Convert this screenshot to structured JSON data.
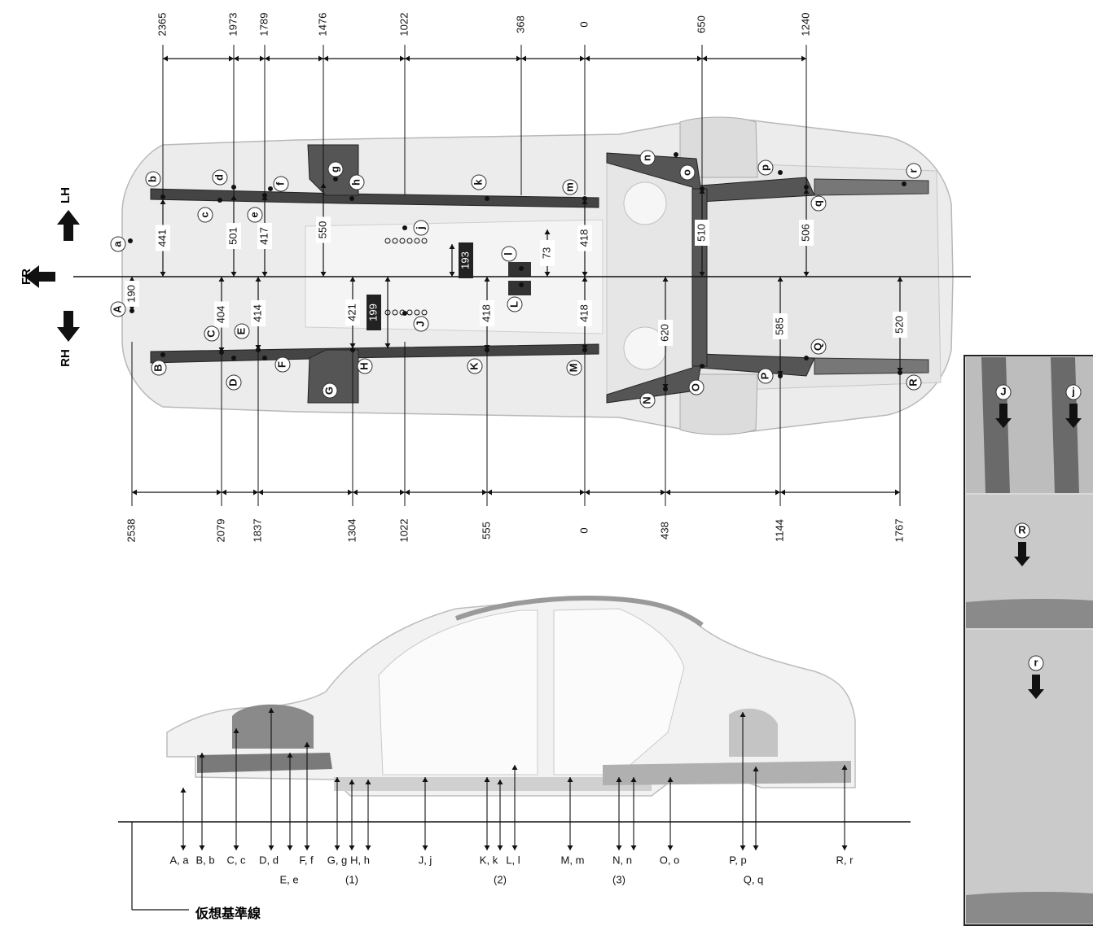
{
  "orientation": {
    "front": "FR",
    "left": "LH",
    "right": "RH"
  },
  "top_dimensions": [
    "2365",
    "1973",
    "1789",
    "1476",
    "1022",
    "368",
    "0",
    "650",
    "1240"
  ],
  "bottom_dimensions": [
    "2538",
    "2079",
    "1837",
    "1304",
    "1022",
    "555",
    "0",
    "438",
    "1144",
    "1767"
  ],
  "lh_widths": [
    "441",
    "501",
    "417",
    "550",
    "193",
    "73",
    "418",
    "510",
    "506"
  ],
  "rh_widths": [
    "190",
    "404",
    "414",
    "421",
    "199",
    "418",
    "418",
    "620",
    "585",
    "520"
  ],
  "lh_points": [
    "a",
    "b",
    "c",
    "d",
    "e",
    "f",
    "g",
    "h",
    "j",
    "k",
    "l",
    "m",
    "n",
    "o",
    "p",
    "q",
    "r"
  ],
  "rh_points": [
    "A",
    "B",
    "C",
    "D",
    "E",
    "F",
    "G",
    "H",
    "J",
    "K",
    "L",
    "M",
    "N",
    "O",
    "P",
    "Q",
    "R"
  ],
  "side_labels": [
    "A, a",
    "B, b",
    "C, c",
    "D, d",
    "E, e",
    "F, f",
    "G, g",
    "H, h",
    "(1)",
    "J, j",
    "K, k",
    "L, l",
    "(2)",
    "M, m",
    "N, n",
    "(3)",
    "O, o",
    "P, p",
    "Q, q",
    "R, r"
  ],
  "datum_label": "仮想基準線",
  "inset_labels": [
    "J",
    "j",
    "R",
    "r"
  ]
}
